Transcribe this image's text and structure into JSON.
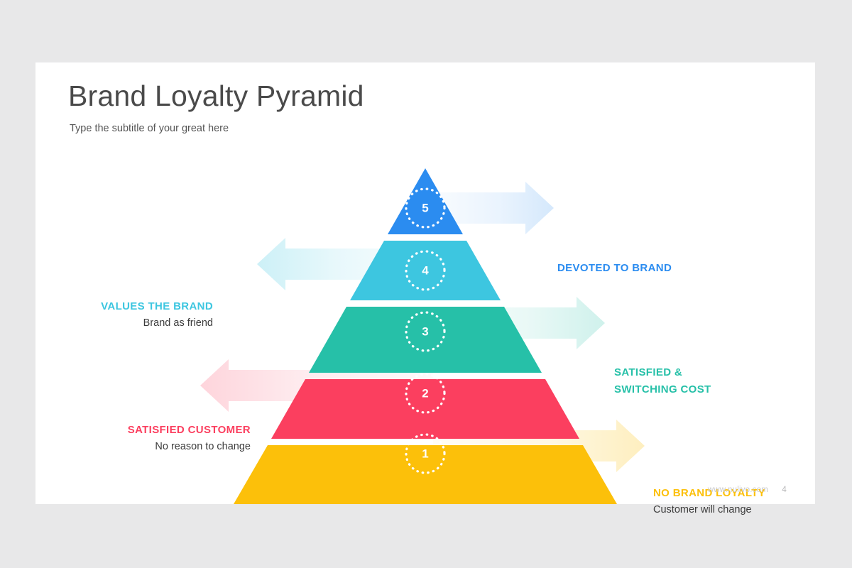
{
  "slide": {
    "title": "Brand Loyalty Pyramid",
    "subtitle": "Type the subtitle of your great here"
  },
  "footer": {
    "website": "www.nulivo.com",
    "page_number": "4"
  },
  "colors": {
    "background": "#e8e8e9",
    "slide": "#ffffff",
    "title_text": "#4a4a4a",
    "subtitle_text": "#555555",
    "sub_label_text": "#3c3c3c",
    "footer_text": "#c9c9cb",
    "level_5": "#2b8cf0",
    "level_4": "#3dc6e0",
    "level_3": "#26c0a8",
    "level_2": "#fb3f5f",
    "level_1": "#fcc00a"
  },
  "chart_data": {
    "type": "pyramid",
    "title": "Brand Loyalty Pyramid",
    "subtitle": "Type the subtitle of your great here",
    "level_count": 5,
    "order": "bottom-to-top",
    "levels": [
      {
        "number": "1",
        "title": "NO BRAND LOYALTY",
        "subtitle": "Customer will change",
        "color": "#fcc00a",
        "side": "right"
      },
      {
        "number": "2",
        "title": "SATISFIED CUSTOMER",
        "subtitle": "No reason to change",
        "color": "#fb3f5f",
        "side": "left"
      },
      {
        "number": "3",
        "title": "SATISFIED &",
        "title_line2": "SWITCHING COST",
        "subtitle": "",
        "color": "#26c0a8",
        "side": "right"
      },
      {
        "number": "4",
        "title": "VALUES THE BRAND",
        "subtitle": "Brand as friend",
        "color": "#3dc6e0",
        "side": "left"
      },
      {
        "number": "5",
        "title": "DEVOTED TO BRAND",
        "subtitle": "",
        "color": "#2b8cf0",
        "side": "right"
      }
    ]
  },
  "icons": {
    "arrow_right": "arrow-right-icon",
    "arrow_left": "arrow-left-icon",
    "badge": "dotted-circle-badge-icon"
  }
}
